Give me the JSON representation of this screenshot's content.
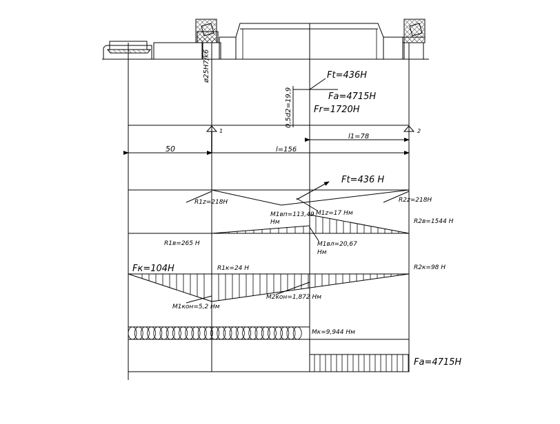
{
  "diagram": {
    "shaft": {
      "fit_label": "ø25H7/k6",
      "half_diameter_label": "0,5d2=19,9"
    },
    "forces": {
      "ft_top": "Ft=436H",
      "fa_top": "Fa=4715H",
      "fr_top": "Fr=1720H",
      "ft_mid": "Ft=436  H",
      "fk": "Fк=104H",
      "fa_bottom": "Fa=4715H"
    },
    "supports": {
      "support_1": "1",
      "support_2": "2"
    },
    "dimensions": {
      "overhang": "50",
      "span": "l=156",
      "span_partial": "l1=78"
    },
    "reactions": {
      "r1z": "R1z=218H",
      "r2z": "R2z=218H",
      "r1b": "R1в=265  H",
      "r2b": "R2в=1544  H",
      "r1k": "R1к=24  H",
      "r2k": "R2к=98  H"
    },
    "moments": {
      "m1z": "M1z=17  Hм",
      "m1bp_value": "M1вп=113,49",
      "m1bp_unit": "Hм",
      "m1bl_value": "M1вл=20,67",
      "m1bl_unit": "Hм",
      "m1kon": "M1кон=5,2  Hм",
      "m2kon": "M2кон=1,872  Hм",
      "mk": "Mк=9,944  Hм"
    }
  }
}
